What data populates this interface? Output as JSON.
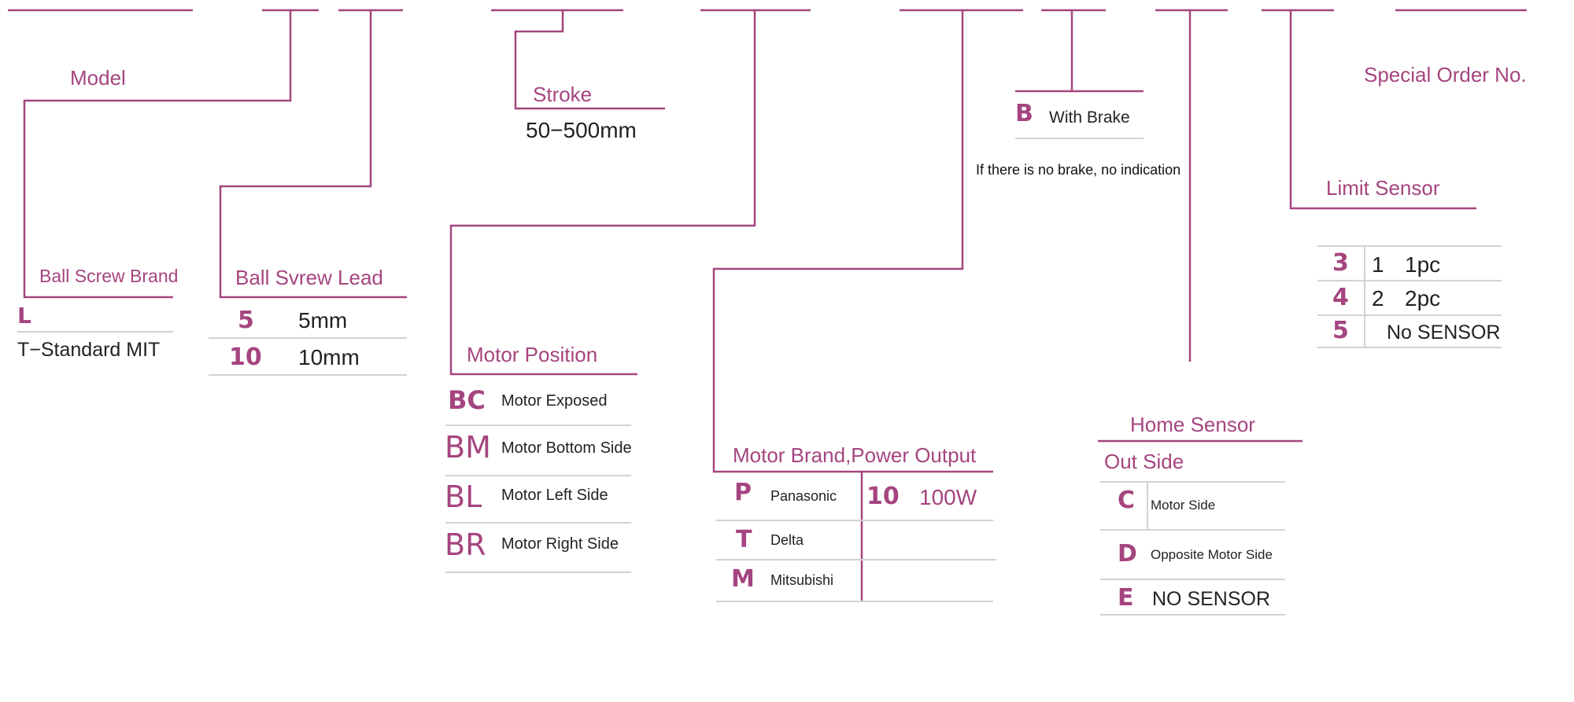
{
  "model": {
    "label": "Model"
  },
  "ball_screw_brand": {
    "label": "Ball Screw Brand",
    "options": [
      {
        "code": "L",
        "desc": "T−Standard MIT"
      }
    ]
  },
  "ball_screw_lead": {
    "label": "Ball Svrew Lead",
    "options": [
      {
        "code": "5",
        "desc": "5mm"
      },
      {
        "code": "10",
        "desc": "10mm"
      }
    ]
  },
  "stroke": {
    "label": "Stroke",
    "range": "50−500mm"
  },
  "motor_position": {
    "label": "Motor Position",
    "options": [
      {
        "code": "BC",
        "desc": "Motor Exposed"
      },
      {
        "code": "BM",
        "desc": "Motor Bottom Side"
      },
      {
        "code": "BL",
        "desc": "Motor Left Side"
      },
      {
        "code": "BR",
        "desc": "Motor Right Side"
      }
    ]
  },
  "motor_brand": {
    "label": "Motor Brand,Power Output",
    "options": [
      {
        "code": "P",
        "desc": "Panasonic"
      },
      {
        "code": "T",
        "desc": "Delta"
      },
      {
        "code": "M",
        "desc": "Mitsubishi"
      }
    ],
    "power_options": [
      {
        "code": "10",
        "desc": "100W"
      }
    ]
  },
  "brake": {
    "options": [
      {
        "code": "B",
        "desc": "With Brake"
      }
    ],
    "note": "If there is no brake, no indication"
  },
  "home_sensor": {
    "label": "Home Sensor",
    "side": "Out Side",
    "options": [
      {
        "code": "C",
        "desc": "Motor Side"
      },
      {
        "code": "D",
        "desc": "Opposite Motor Side"
      },
      {
        "code": "E",
        "desc": "NO SENSOR"
      }
    ]
  },
  "limit_sensor": {
    "label": "Limit Sensor",
    "options": [
      {
        "code": "3",
        "count": "1",
        "desc": "1pc"
      },
      {
        "code": "4",
        "count": "2",
        "desc": "2pc"
      },
      {
        "code": "5",
        "desc": "No SENSOR"
      }
    ]
  },
  "special_order": {
    "label": "Special Order No."
  },
  "colors": {
    "accent": "#a5457f",
    "text": "#222222",
    "divider": "#d2d2d2"
  }
}
